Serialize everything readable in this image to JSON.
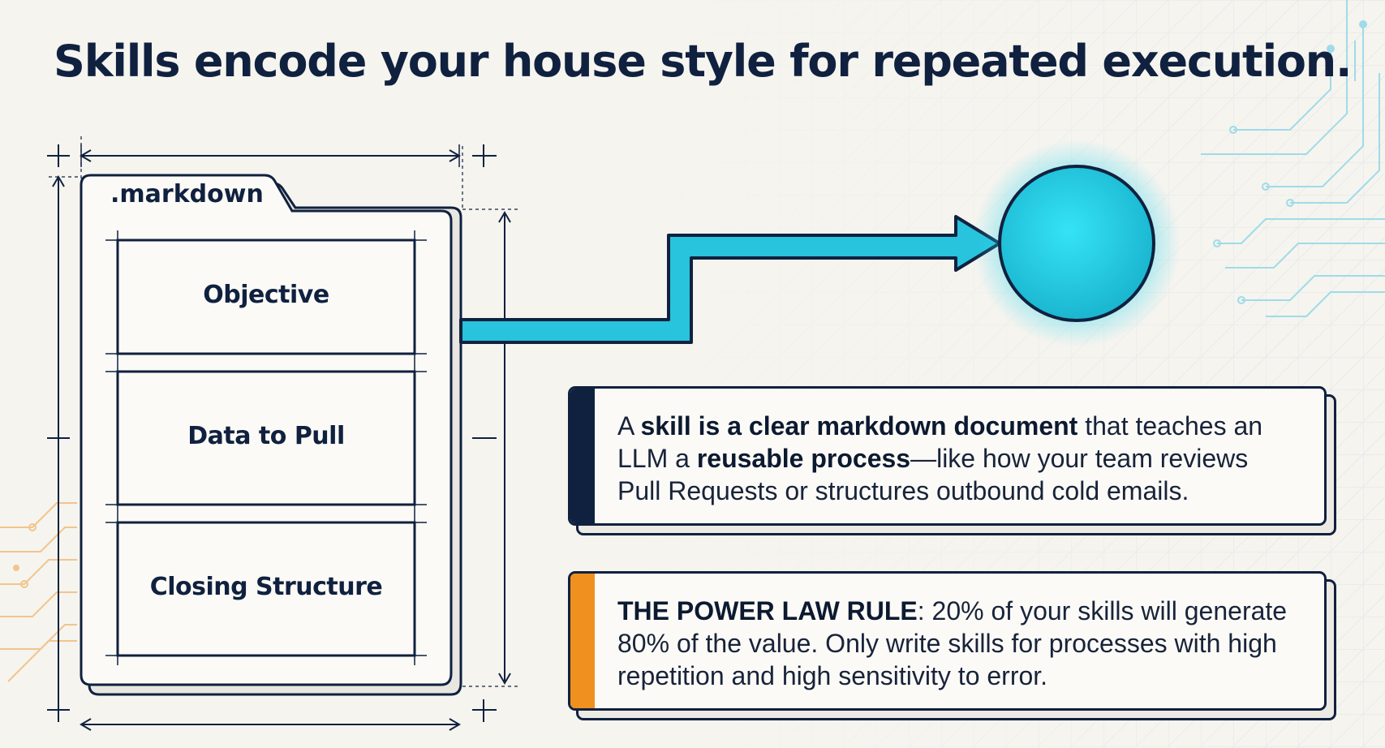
{
  "title": "Skills encode your house style for repeated execution.",
  "folder": {
    "tab_label": ".markdown",
    "sections": [
      "Objective",
      "Data to Pull",
      "Closing Structure"
    ]
  },
  "cards": [
    {
      "accent_color": "#10213f",
      "segments": [
        {
          "text": "A ",
          "bold": false
        },
        {
          "text": "skill is a clear markdown document",
          "bold": true
        },
        {
          "text": " that teaches an LLM a ",
          "bold": false
        },
        {
          "text": "reusable process",
          "bold": true
        },
        {
          "text": "—like how your team reviews Pull Requests or structures outbound cold emails.",
          "bold": false
        }
      ]
    },
    {
      "accent_color": "#f0901e",
      "segments": [
        {
          "text": "THE POWER LAW RULE",
          "bold": true
        },
        {
          "text": ": 20% of your skills will generate 80% of the value. Only write skills for processes with high repetition and high sensitivity to error.",
          "bold": false
        }
      ]
    }
  ],
  "colors": {
    "navy": "#10213f",
    "cyan": "#28c3dc",
    "orange": "#f0901e",
    "background": "#f5f4ef"
  }
}
